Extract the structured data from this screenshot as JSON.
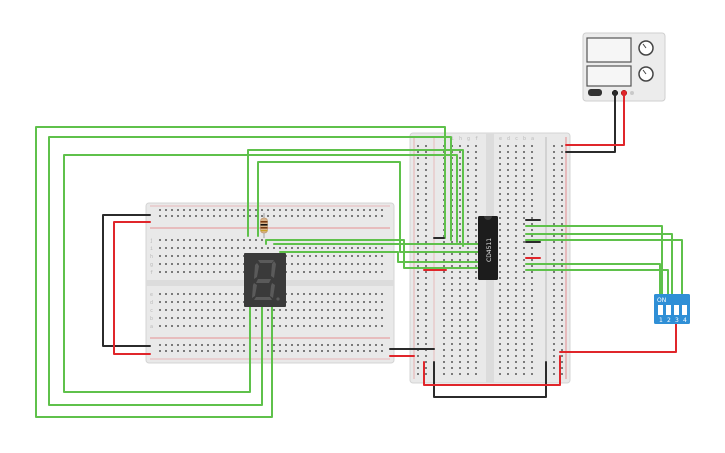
{
  "circuit": {
    "ic": {
      "label": "CD4511"
    },
    "dip_switch": {
      "on_label": "ON",
      "positions": [
        "1",
        "2",
        "3",
        "4"
      ]
    },
    "power_supply": {
      "brand_label": ""
    },
    "breadboard_small": {
      "row_letters_top": [
        "j",
        "i",
        "h",
        "g",
        "f"
      ],
      "row_letters_bottom": [
        "e",
        "d",
        "c",
        "b",
        "a"
      ]
    },
    "breadboard_large": {
      "col_letters_left": [
        "j",
        "i",
        "h",
        "g",
        "f"
      ],
      "col_letters_right": [
        "e",
        "d",
        "c",
        "b",
        "a"
      ]
    },
    "colors": {
      "wire_green": "#5fc14b",
      "wire_red": "#e0262b",
      "wire_black": "#2b2b2b",
      "breadboard": "#e9e9e9",
      "chip": "#1c1c1c",
      "dip_switch": "#2f8fd6",
      "seven_segment": "#3a3a3a"
    }
  }
}
